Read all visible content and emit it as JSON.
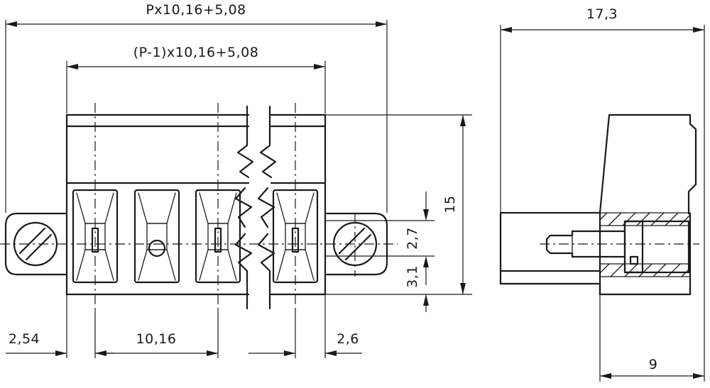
{
  "front_view": {
    "dim_total_width": "Px10,16+5,08",
    "dim_inner_width": "(P-1)x10,16+5,08",
    "dim_left_offset": "2,54",
    "dim_pitch": "10,16",
    "dim_flange": "2,6",
    "dim_height": "15",
    "dim_screw_spacing": "2,7",
    "dim_bottom_offset": "3,1"
  },
  "side_view": {
    "dim_depth": "17,3",
    "dim_pin_length": "9"
  }
}
